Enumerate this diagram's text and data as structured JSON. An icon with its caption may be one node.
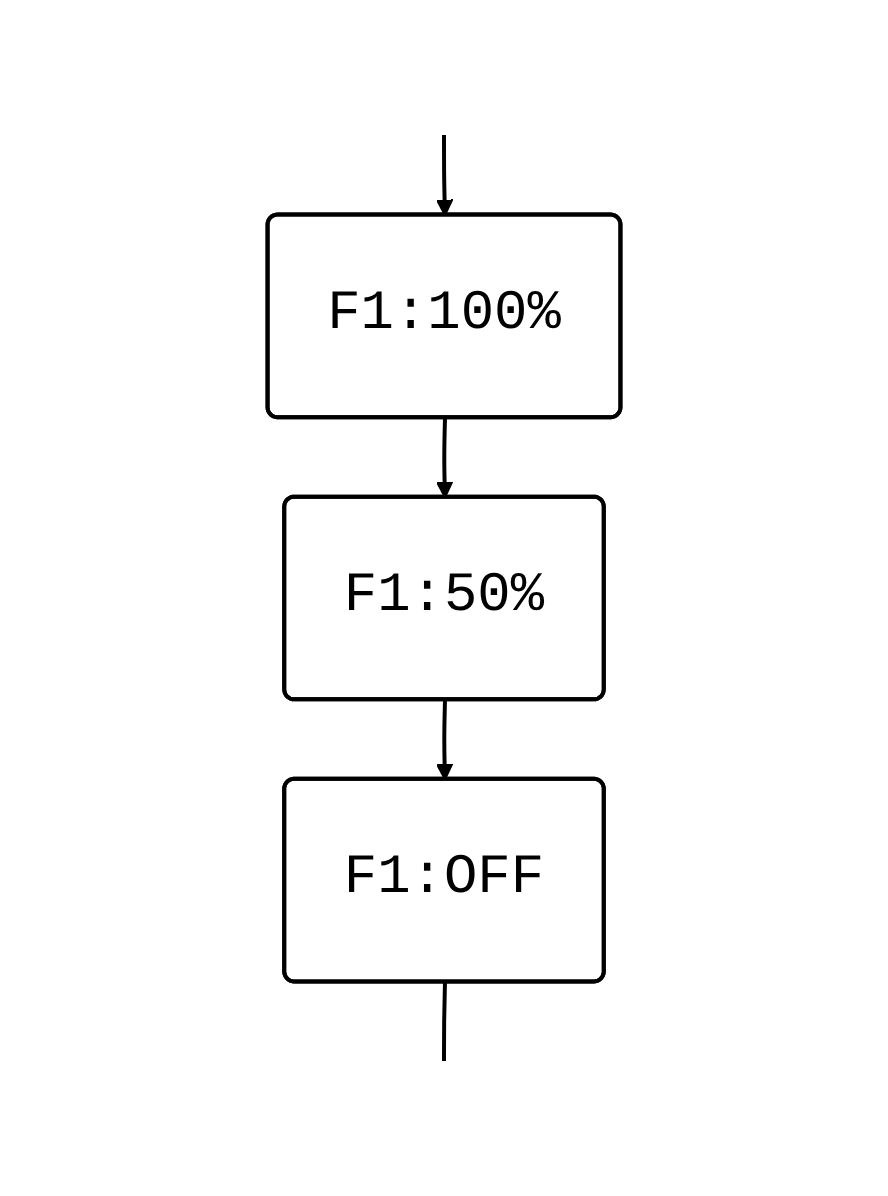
{
  "diagram": {
    "nodes": [
      {
        "text": [
          "F1:100%"
        ]
      },
      {
        "text": [
          "F1:50%"
        ]
      },
      {
        "text": [
          "F1:OFF"
        ]
      }
    ],
    "edges": [
      {
        "from": null,
        "to": 0,
        "arrow": "to"
      },
      {
        "from": 0,
        "to": 1,
        "arrow": "to"
      },
      {
        "from": 1,
        "to": 2,
        "arrow": "to"
      },
      {
        "from": 2,
        "to": null,
        "arrow": "none"
      }
    ]
  }
}
